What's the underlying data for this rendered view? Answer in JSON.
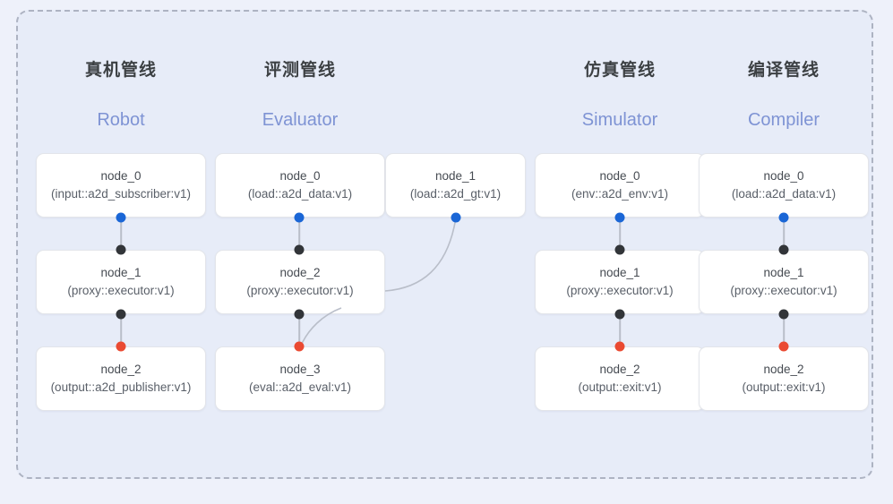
{
  "diagram": {
    "background_color": "#e7ecf8",
    "border_style": "dashed",
    "accent_blue": "#1a66d6",
    "accent_red": "#ea4a32",
    "accent_black": "#323539",
    "subtitle_color": "#7e93d4"
  },
  "columns": [
    {
      "id": "robot",
      "title": "真机管线",
      "subtitle": "Robot",
      "nodes": [
        {
          "name": "node_0",
          "type": "(input::a2d_subscriber:v1)"
        },
        {
          "name": "node_1",
          "type": "(proxy::executor:v1)"
        },
        {
          "name": "node_2",
          "type": "(output::a2d_publisher:v1)"
        }
      ]
    },
    {
      "id": "evaluator",
      "title": "评测管线",
      "subtitle": "Evaluator",
      "nodes": [
        {
          "name": "node_0",
          "type": "(load::a2d_data:v1)"
        },
        {
          "name": "node_2",
          "type": "(proxy::executor:v1)"
        },
        {
          "name": "node_3",
          "type": "(eval::a2d_eval:v1)"
        }
      ],
      "side_node": {
        "name": "node_1",
        "type": "(load::a2d_gt:v1)"
      }
    },
    {
      "id": "simulator",
      "title": "仿真管线",
      "subtitle": "Simulator",
      "nodes": [
        {
          "name": "node_0",
          "type": "(env::a2d_env:v1)"
        },
        {
          "name": "node_1",
          "type": "(proxy::executor:v1)"
        },
        {
          "name": "node_2",
          "type": "(output::exit:v1)"
        }
      ]
    },
    {
      "id": "compiler",
      "title": "编译管线",
      "subtitle": "Compiler",
      "nodes": [
        {
          "name": "node_0",
          "type": "(load::a2d_data:v1)"
        },
        {
          "name": "node_1",
          "type": "(proxy::executor:v1)"
        },
        {
          "name": "node_2",
          "type": "(output::exit:v1)"
        }
      ]
    }
  ]
}
